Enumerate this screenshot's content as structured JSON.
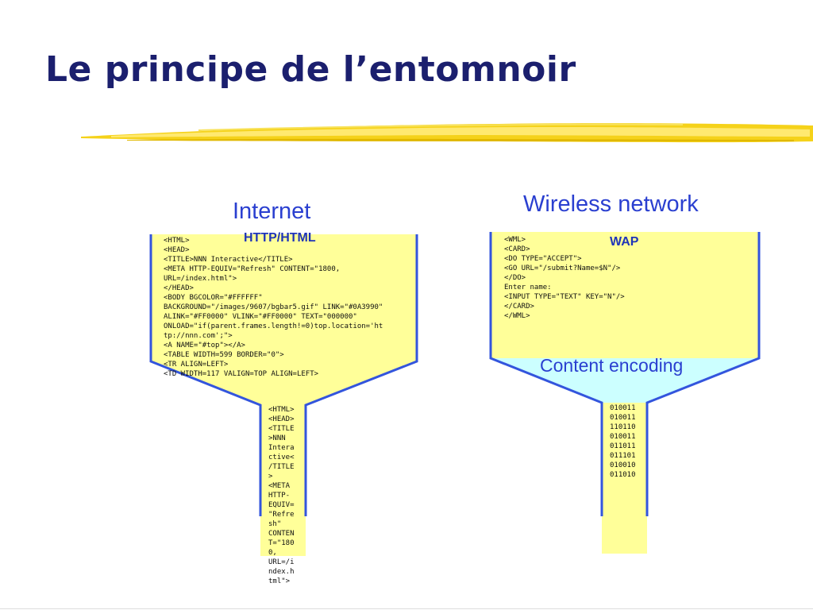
{
  "slide": {
    "title": "Le principe de l’entomnoir",
    "accent_color": "#f5d21a",
    "title_color": "#1b1f6e"
  },
  "left_funnel": {
    "label": "Internet",
    "protocol": "HTTP/HTML",
    "fill_color": "#ffff99",
    "border_color": "#3355dd",
    "wide_code": "<HTML>\n<HEAD>\n<TITLE>NNN Interactive</TITLE>\n<META HTTP-EQUIV=\"Refresh\" CONTENT=\"1800,\nURL=/index.html\">\n</HEAD>\n<BODY BGCOLOR=\"#FFFFFF\"\nBACKGROUND=\"/images/9607/bgbar5.gif\" LINK=\"#0A3990\"\nALINK=\"#FF0000\" VLINK=\"#FF0000\" TEXT=\"000000\"\nONLOAD=\"if(parent.frames.length!=0)top.location='ht\ntp://nnn.com';\">\n<A NAME=\"#top\"></A>\n<TABLE WIDTH=599 BORDER=\"0\">\n<TR ALIGN=LEFT>\n<TD WIDTH=117 VALIGN=TOP ALIGN=LEFT>",
    "narrow_code": "<HTML>\n<HEAD>\n<TITLE\n>NNN\nIntera\nctive<\n/TITLE\n>\n<META\nHTTP-\nEQUIV=\n\"Refre\nsh\"\nCONTEN\nT=\"180\n0,\nURL=/i\nndex.h\ntml\">"
  },
  "right_funnel": {
    "label": "Wireless network",
    "protocol": "WAP",
    "encoding_label": "Content encoding",
    "fill_color": "#ffff99",
    "encoding_color": "#ccffff",
    "border_color": "#3355dd",
    "wide_code": "<WML>\n<CARD>\n<DO TYPE=\"ACCEPT\">\n<GO URL=\"/submit?Name=$N\"/>\n</DO>\nEnter name:\n<INPUT TYPE=\"TEXT\" KEY=\"N\"/>\n</CARD>\n</WML>",
    "binary_code": "010011\n010011\n110110\n010011\n011011\n011101\n010010\n011010"
  }
}
